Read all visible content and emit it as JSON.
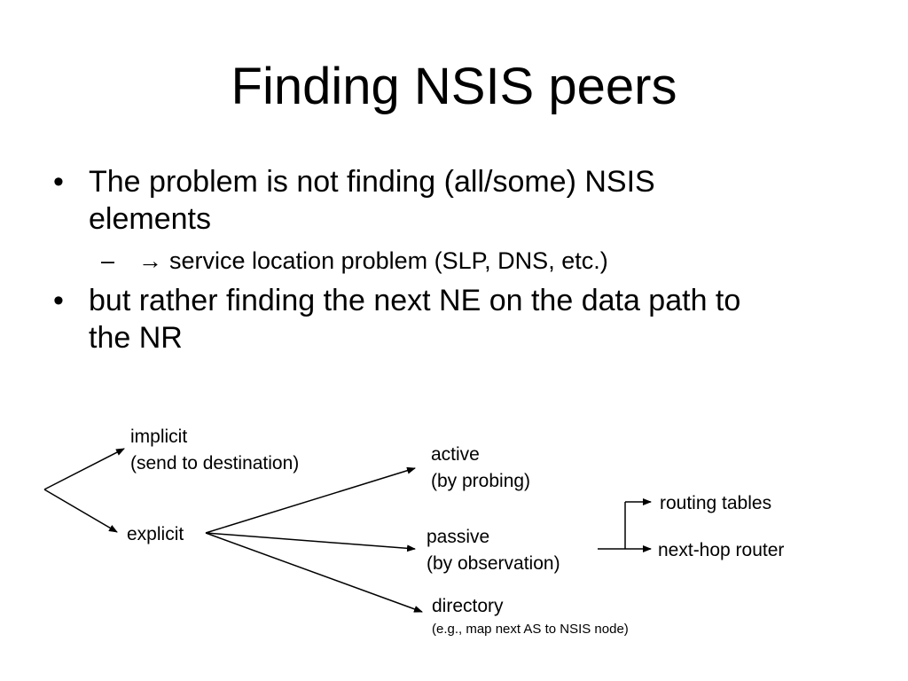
{
  "slide": {
    "title": "Finding NSIS peers",
    "bullets": [
      {
        "marker": "•",
        "text_line1": "The problem is not finding (all/some) NSIS",
        "text_line2": "elements",
        "sub": {
          "dash": "–",
          "arrow": "→",
          "text": "service location problem (SLP, DNS, etc.)"
        }
      },
      {
        "marker": "•",
        "text_line1": "but rather finding the next NE on the data path to",
        "text_line2": "the NR"
      }
    ]
  },
  "diagram": {
    "implicit": {
      "line1": "implicit",
      "line2": "(send to destination)"
    },
    "explicit": "explicit",
    "active": {
      "line1": "active",
      "line2": "(by probing)"
    },
    "passive": {
      "line1": "passive",
      "line2": "(by observation)"
    },
    "directory": {
      "line1": "directory",
      "line2": "(e.g., map next AS to NSIS node)"
    },
    "routing_tables": "routing tables",
    "next_hop_router": "next-hop router"
  }
}
